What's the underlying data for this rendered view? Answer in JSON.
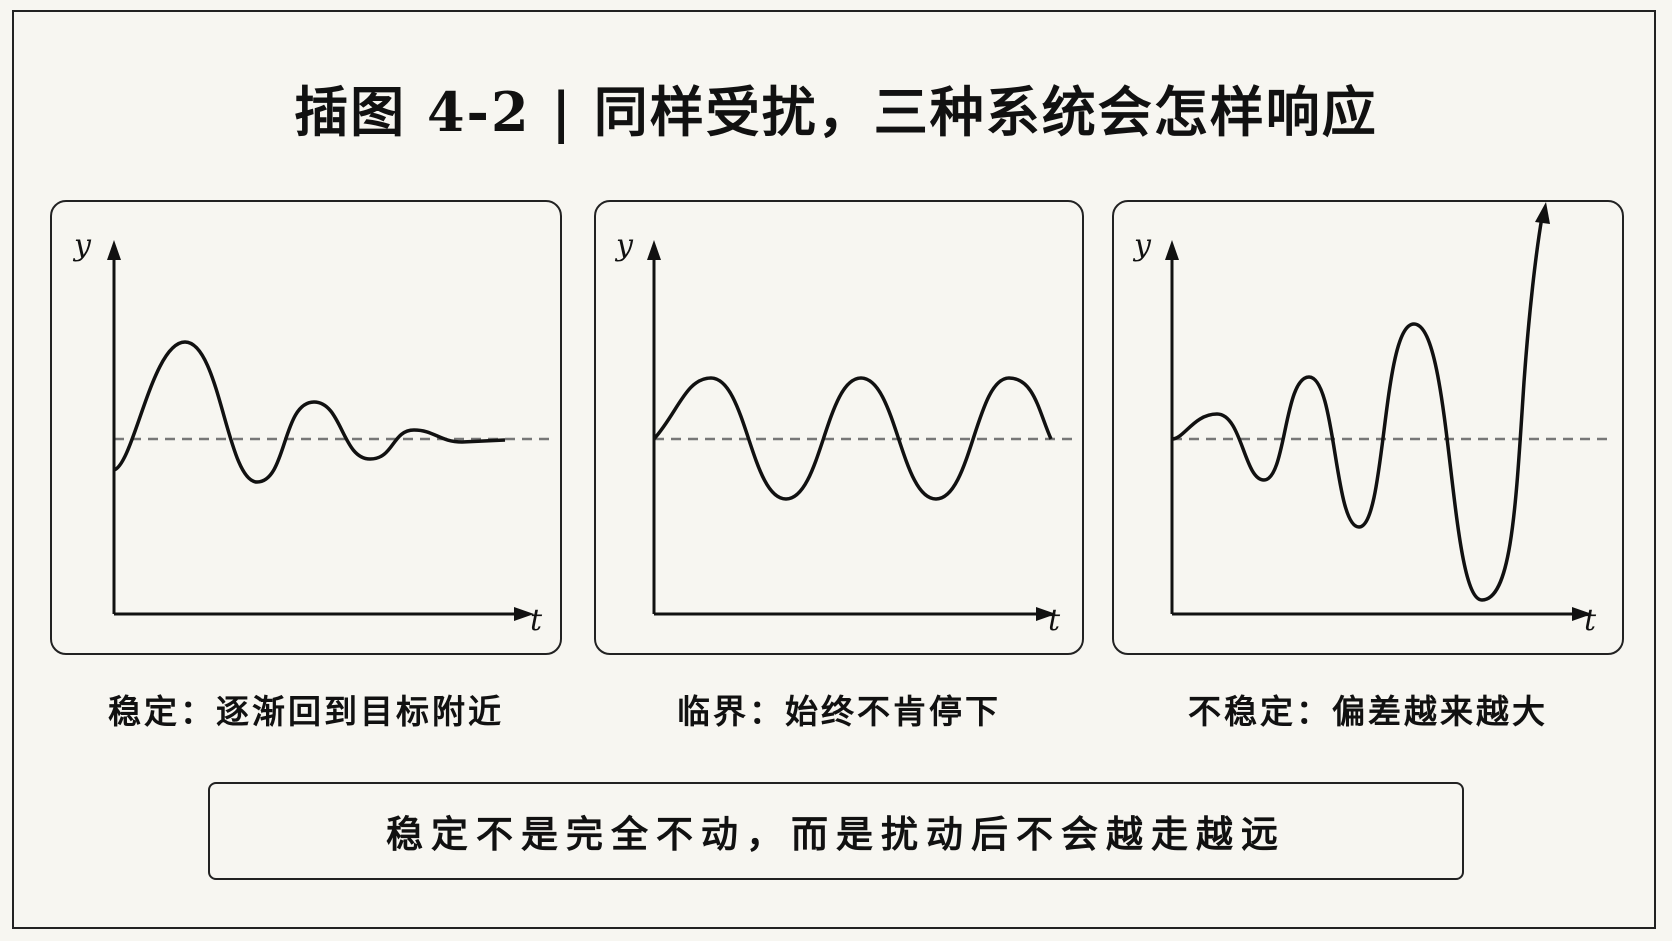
{
  "title": "插图 4-2 | 同样受扰，三种系统会怎样响应",
  "panels": [
    {
      "caption": "稳定：逐渐回到目标附近",
      "y_label": "y",
      "x_label": "t",
      "behavior": "damped-oscillation"
    },
    {
      "caption": "临界：始终不肯停下",
      "y_label": "y",
      "x_label": "t",
      "behavior": "sustained-oscillation"
    },
    {
      "caption": "不稳定：偏差越来越大",
      "y_label": "y",
      "x_label": "t",
      "behavior": "growing-oscillation"
    }
  ],
  "summary": "稳定不是完全不动，而是扰动后不会越走越远",
  "colors": {
    "line": "#111111",
    "reference": "#777777",
    "background": "#f7f6f1"
  }
}
